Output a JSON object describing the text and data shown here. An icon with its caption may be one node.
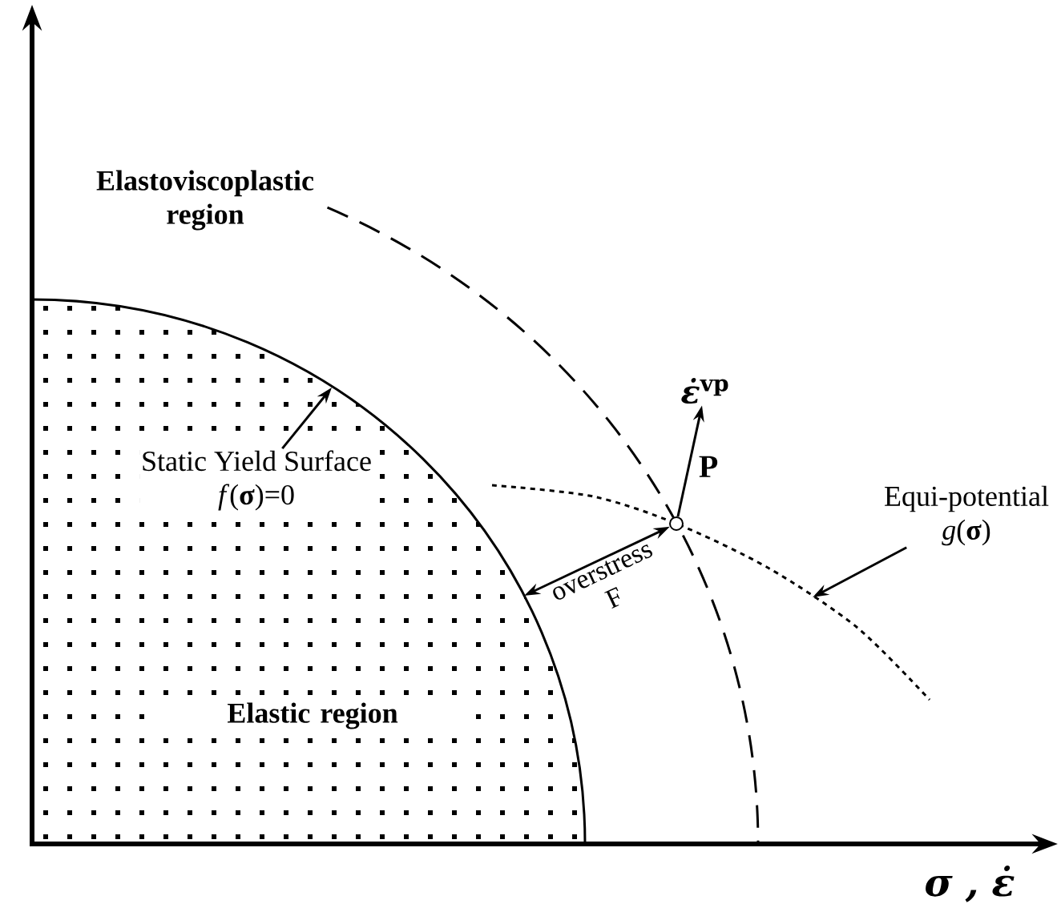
{
  "diagram": {
    "nodes": [
      {
        "text": [
          "Static Yield Surface",
          "*f*(**σ**)=0"
        ]
      },
      {
        "text": [],
        "shape": "circle"
      },
      {
        "text": [
          "*ε̇*$^{vp}$"
        ]
      },
      {
        "text": [
          "Equi-potential",
          "*g*(**σ**)"
        ]
      }
    ],
    "edges": [
      {
        "from": 0,
        "to": null,
        "arrow": "to"
      },
      {
        "from": null,
        "to": 1,
        "arrow": "both",
        "label": "overstress F"
      },
      {
        "from": 1,
        "to": 2,
        "arrow": "to",
        "label": "P"
      },
      {
        "from": 3,
        "to": null,
        "arrow": "to"
      }
    ],
    "labels": [
      "Elastoviscoplastic region",
      "Elastic region",
      "σ , ε̇"
    ]
  }
}
